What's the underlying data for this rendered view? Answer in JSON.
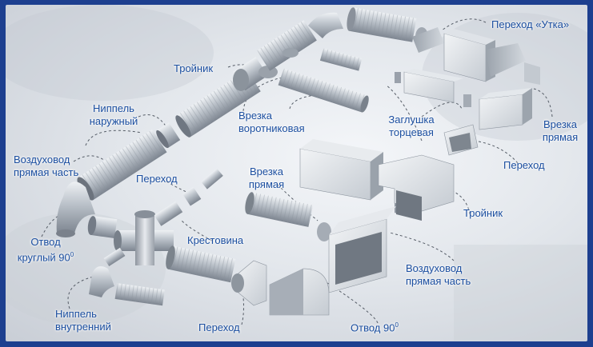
{
  "labels": {
    "perekhod_utka": "Переход «Утка»",
    "troinik_top": "Тройник",
    "nippel_naruzhny_1": "Ниппель",
    "nippel_naruzhny_2": "наружный",
    "vrezka_vorot_1": "Врезка",
    "vrezka_vorot_2": "воротниковая",
    "zaglushka_1": "Заглушка",
    "zaglushka_2": "торцевая",
    "vrezka_pryamaya_r_1": "Врезка",
    "vrezka_pryamaya_r_2": "прямая",
    "vozdukhovod_l_1": "Воздуховод",
    "vozdukhovod_l_2": "прямая часть",
    "perekhod_mid": "Переход",
    "vrezka_pryamaya_m_1": "Врезка",
    "vrezka_pryamaya_m_2": "прямая",
    "perekhod_right": "Переход",
    "troinik_right": "Тройник",
    "krestovina": "Крестовина",
    "otvod_krugly_1": "Отвод",
    "otvod_krugly_2": "круглый 90",
    "otvod_krugly_sup": "0",
    "vozdukhovod_r_1": "Воздуховод",
    "vozdukhovod_r_2": "прямая часть",
    "nippel_vnutr_1": "Ниппель",
    "nippel_vnutr_2": "внутренний",
    "perekhod_bottom": "Переход",
    "otvod_90": "Отвод 90",
    "otvod_90_sup": "0"
  }
}
